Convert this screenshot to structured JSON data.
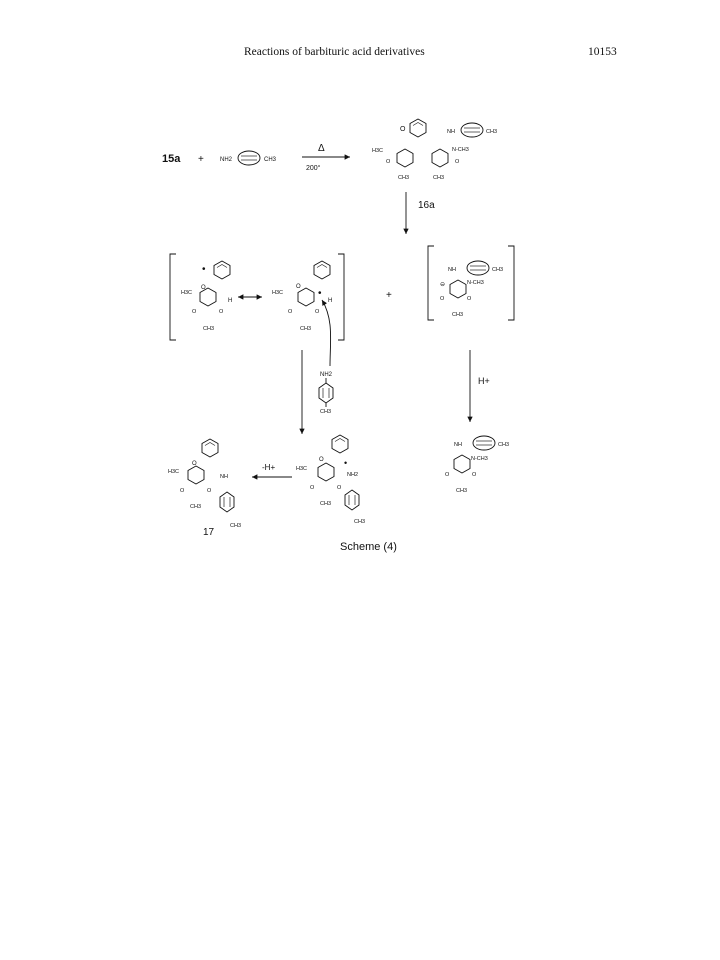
{
  "header": {
    "running_title": "Reactions of barbituric acid derivatives",
    "page_number": "10153"
  },
  "scheme": {
    "reactant_label": "15a",
    "plus": "+",
    "conditions_top": "Δ",
    "conditions_bottom": "200°",
    "intermediate_label": "16a",
    "proton_add": "H+",
    "proton_loss": "-H+",
    "product_label": "17",
    "caption": "Scheme (4)"
  },
  "atoms": {
    "nh2": "NH2",
    "nh": "NH",
    "o": "O",
    "n": "N",
    "h": "H",
    "ch3": "CH3",
    "h3c": "H3C",
    "n_ch3": "N-CH3",
    "nh_plus": "NH2",
    "anion": "⊖",
    "radical": "•"
  }
}
